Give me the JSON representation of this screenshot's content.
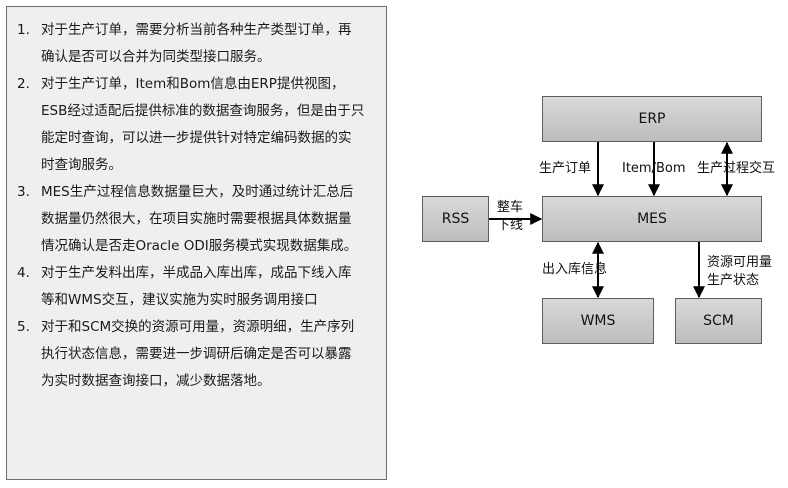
{
  "notes": [
    {
      "num": "1.",
      "lines": [
        "对于生产订单，需要分析当前各种生产类型订单，再",
        "确认是否可以合并为同类型接口服务。"
      ]
    },
    {
      "num": "2.",
      "lines": [
        "对于生产订单，Item和Bom信息由ERP提供视图，",
        "ESB经过适配后提供标准的数据查询服务，但是由于只",
        "能定时查询，可以进一步提供针对特定编码数据的实",
        "时查询服务。"
      ]
    },
    {
      "num": "3.",
      "lines": [
        "MES生产过程信息数据量巨大，及时通过统计汇总后",
        "数据量仍然很大，在项目实施时需要根据具体数据量",
        "情况确认是否走Oracle ODI服务模式实现数据集成。"
      ]
    },
    {
      "num": "4.",
      "lines": [
        "对于生产发料出库，半成品入库出库，成品下线入库",
        "等和WMS交互，建议实施为实时服务调用接口"
      ]
    },
    {
      "num": "5.",
      "lines": [
        "对于和SCM交换的资源可用量，资源明细，生产序列",
        "执行状态信息，需要进一步调研后确定是否可以暴露",
        "为实时数据查询接口，减少数据落地。"
      ]
    }
  ],
  "diagram": {
    "nodes": {
      "erp": "ERP",
      "mes": "MES",
      "rss": "RSS",
      "wms": "WMS",
      "scm": "SCM"
    },
    "edges": {
      "erp_mes_order": "生产订单",
      "erp_mes_item": "Item/Bom",
      "mes_erp_process": "生产过程交互",
      "rss_mes_line1": "整车",
      "rss_mes_line2": "下线",
      "mes_wms": "出入库信息",
      "mes_scm_line1": "资源可用量",
      "mes_scm_line2": "生产状态"
    }
  }
}
